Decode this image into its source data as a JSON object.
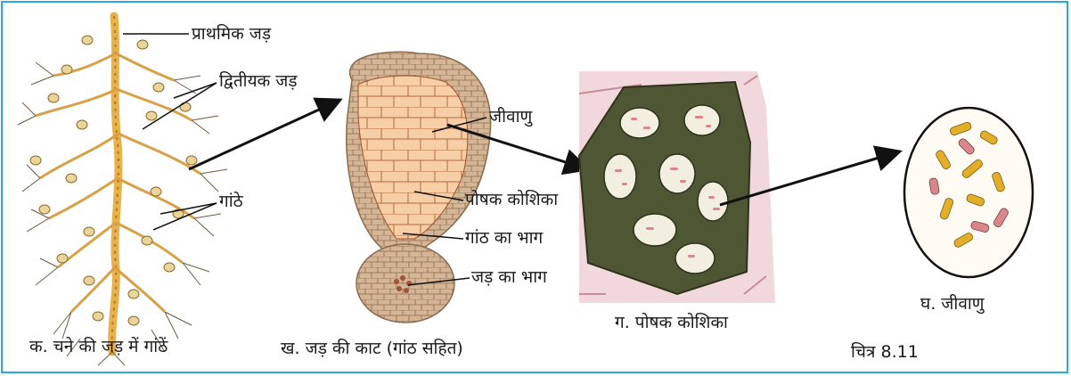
{
  "labels": {
    "primary_root": "प्राथमिक जड़",
    "secondary_root": "द्वितीयक जड़",
    "nodules": "गांठे",
    "bacteria": "जीवाणु",
    "host_cell": "पोषक कोशिका",
    "nodule_part": "गांठ का भाग",
    "root_part": "जड़ का भाग"
  },
  "captions": {
    "a": "क. चने की जड़ में गांठें",
    "b": "ख. जड़ की काट (गांठ सहित)",
    "c": "ग. पोषक कोशिका",
    "d": "घ. जीवाणु",
    "figure": "चित्र 8.11"
  },
  "colors": {
    "border": "#29a9e0",
    "root": "#e8b24a",
    "root_dark": "#b8741f",
    "nodule": "#e9d59a",
    "section_outer": "#c9a37f",
    "section_inner": "#f6c79e",
    "cell_dark": "#4f5634",
    "cell_wall": "#f1d8dc",
    "bacteria_yellow": "#e2ad28",
    "bacteria_pink": "#d9878a"
  }
}
